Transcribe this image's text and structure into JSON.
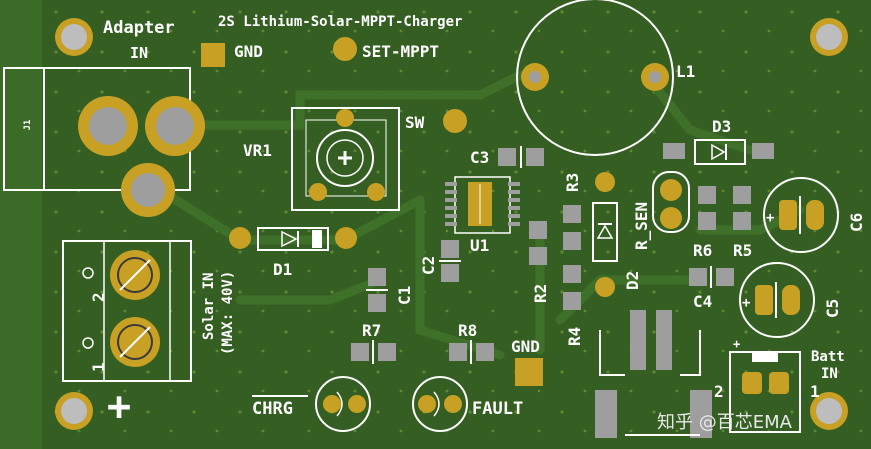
{
  "board": {
    "title": "2S Lithium-Solar-MPPT-Charger",
    "colors": {
      "board": "#355f22",
      "copper": "#c8a024",
      "silk": "#ffffff",
      "pad": "#b0b0b0",
      "body": "#3a3a3a"
    }
  },
  "labels": {
    "adapter_line1": "Adapter",
    "adapter_line2": "IN",
    "gnd_top": "GND",
    "set_mppt": "SET-MPPT",
    "l1": "L1",
    "j1": "J1",
    "vr1": "VR1",
    "sw": "SW",
    "c3": "C3",
    "d3": "D3",
    "r3": "R3",
    "r_sen": "R_SEN",
    "c6": "C6",
    "u1": "U1",
    "c2": "C2",
    "d1": "D1",
    "d2": "D2",
    "r6": "R6",
    "r5": "R5",
    "r2": "R2",
    "c1": "C1",
    "c4": "C4",
    "c5": "C5",
    "r4": "R4",
    "solar_line1": "Solar IN",
    "solar_line2": "(MAX: 40V)",
    "term_1": "1",
    "term_2": "2",
    "r7": "R7",
    "r8": "R8",
    "gnd_bottom": "GND",
    "chrg": "CHRG",
    "fault": "FAULT",
    "batt_line1": "Batt",
    "batt_line2": "IN",
    "batt_pin2": "2",
    "batt_pin1": "1",
    "plus": "+",
    "watermark": "知乎 @百芯EMA"
  }
}
